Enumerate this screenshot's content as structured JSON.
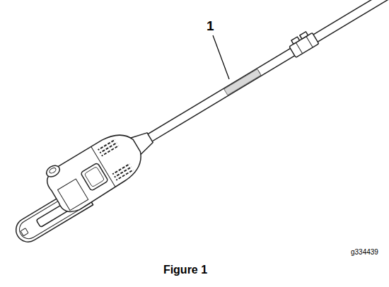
{
  "diagram": {
    "caption": "Figure 1",
    "labels": [
      "1",
      "g334439"
    ]
  }
}
